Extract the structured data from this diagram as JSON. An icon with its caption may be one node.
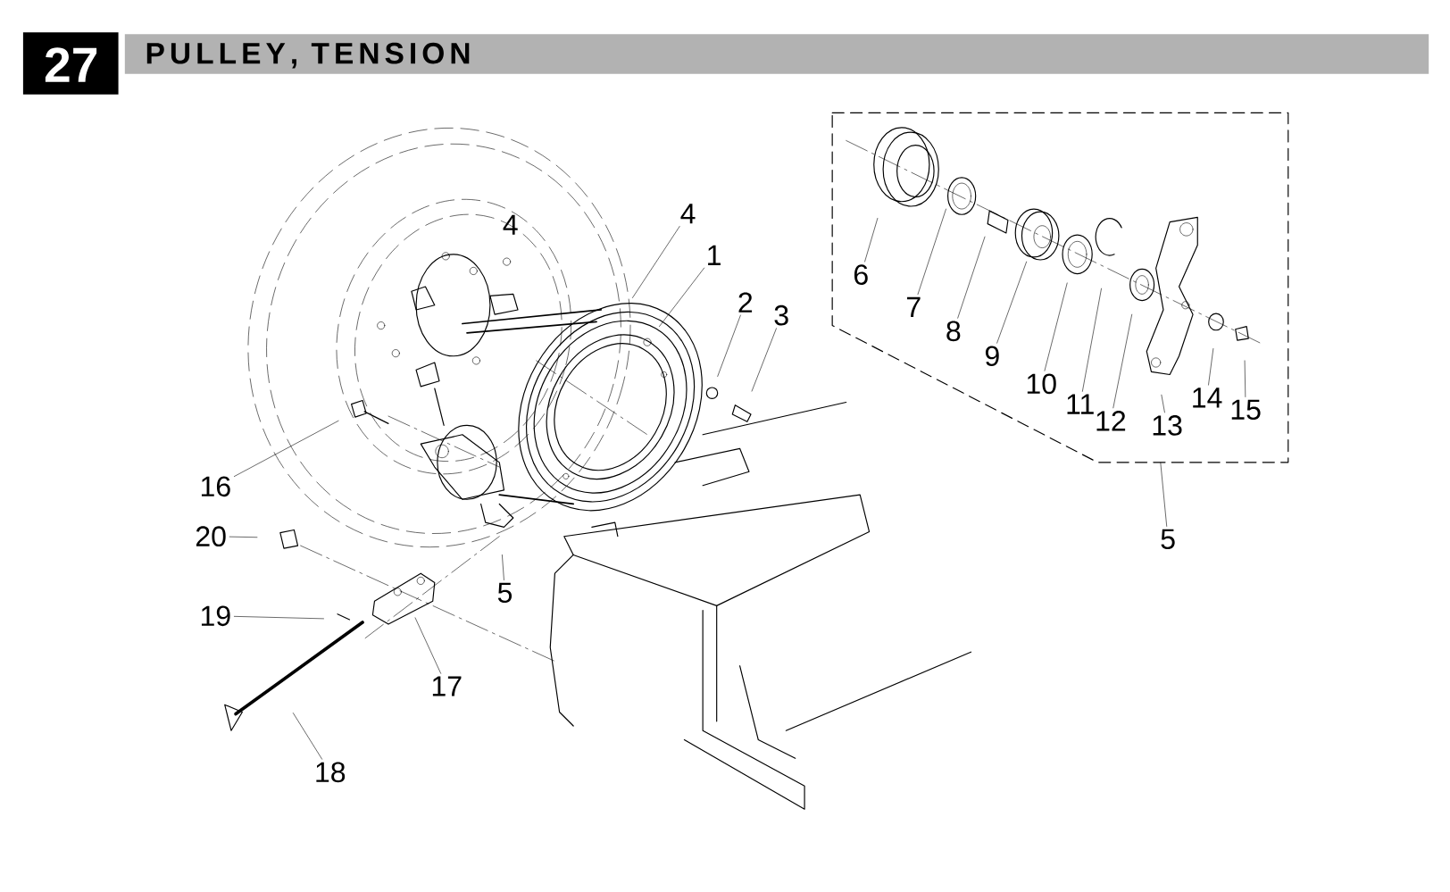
{
  "diagram": {
    "title": "PULLEY, TENSION",
    "nodes": [
      {
        "text": [],
        "shape": "box"
      },
      {
        "text": [
          "6"
        ],
        "in": 0
      },
      {
        "text": [
          "7"
        ],
        "in": 0
      },
      {
        "text": [
          "8"
        ],
        "in": 0
      },
      {
        "text": [
          "9"
        ],
        "in": 0
      },
      {
        "text": [
          "10"
        ],
        "in": 0
      },
      {
        "text": [
          "11"
        ],
        "in": 0
      },
      {
        "text": [
          "12"
        ],
        "in": 0
      },
      {
        "text": [
          "13"
        ],
        "in": 0
      },
      {
        "text": [
          "14"
        ],
        "in": 0
      },
      {
        "text": [
          "15"
        ],
        "in": 0
      },
      {
        "text": [
          "4"
        ]
      },
      {
        "text": [
          "1"
        ]
      },
      {
        "text": [
          "2"
        ]
      },
      {
        "text": [
          "3"
        ]
      },
      {
        "text": [
          "16"
        ]
      },
      {
        "text": [
          "20"
        ]
      },
      {
        "text": [
          "5"
        ]
      },
      {
        "text": [
          "19"
        ]
      },
      {
        "text": [
          "17"
        ]
      },
      {
        "text": [
          "18"
        ]
      },
      {
        "text": [
          "5"
        ]
      }
    ],
    "edges": [
      {
        "from": 1,
        "to": null,
        "arrow": "none"
      },
      {
        "from": 2,
        "to": null,
        "arrow": "none"
      },
      {
        "from": 3,
        "to": null,
        "arrow": "none"
      },
      {
        "from": 4,
        "to": null,
        "arrow": "none"
      },
      {
        "from": 5,
        "to": null,
        "arrow": "none"
      },
      {
        "from": 6,
        "to": null,
        "arrow": "none"
      },
      {
        "from": 7,
        "to": null,
        "arrow": "none"
      },
      {
        "from": 8,
        "to": null,
        "arrow": "none"
      },
      {
        "from": 9,
        "to": null,
        "arrow": "none"
      },
      {
        "from": 10,
        "to": null,
        "arrow": "none"
      },
      {
        "from": 11,
        "to": null,
        "arrow": "none"
      },
      {
        "from": 12,
        "to": null,
        "arrow": "none"
      },
      {
        "from": 13,
        "to": null,
        "arrow": "none"
      },
      {
        "from": 14,
        "to": null,
        "arrow": "none"
      },
      {
        "from": 15,
        "to": null,
        "arrow": "none"
      },
      {
        "from": 16,
        "to": null,
        "arrow": "none"
      },
      {
        "from": 17,
        "to": null,
        "arrow": "none"
      },
      {
        "from": 18,
        "to": null,
        "arrow": "none"
      },
      {
        "from": 19,
        "to": null,
        "arrow": "none"
      },
      {
        "from": 20,
        "to": null,
        "arrow": "none"
      },
      {
        "from": 21,
        "to": 0,
        "arrow": "none"
      }
    ],
    "labels": [
      "27",
      "4"
    ]
  }
}
